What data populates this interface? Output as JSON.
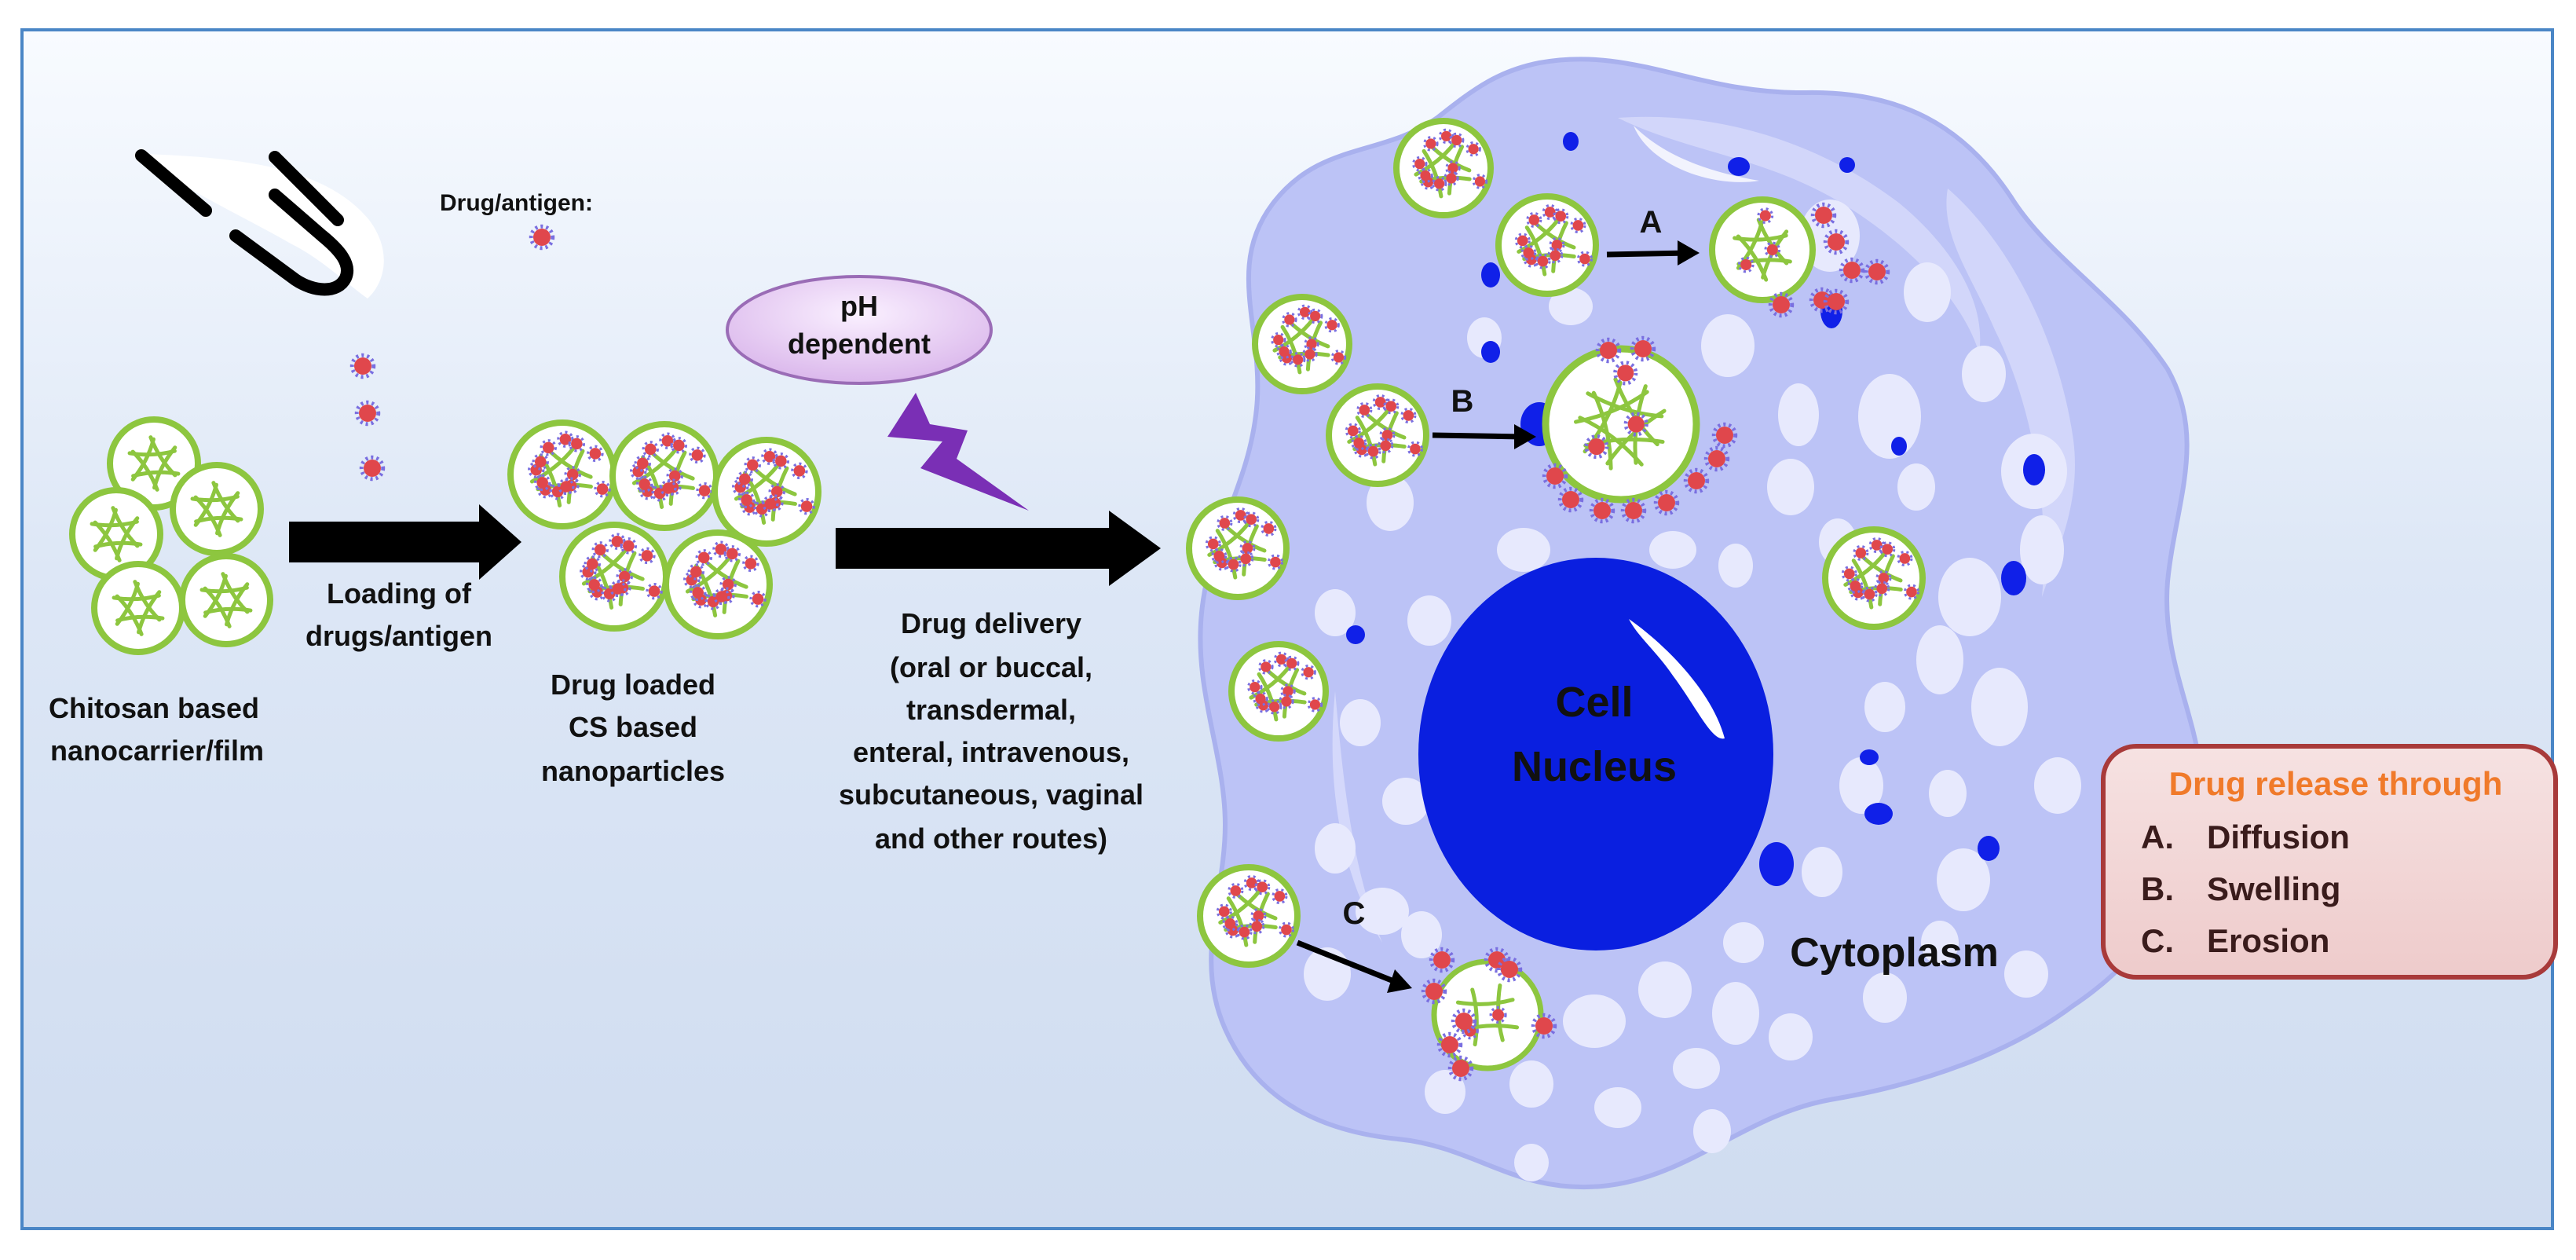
{
  "labels": {
    "drug_antigen": "Drug/antigen:",
    "ph_line1": "pH",
    "ph_line2": "dependent",
    "loading_line1": "Loading of",
    "loading_line2": "drugs/antigen",
    "chitosan_line1": "Chitosan based",
    "chitosan_line2": "nanocarrier/film",
    "loaded_line1": "Drug loaded",
    "loaded_line2": "CS based",
    "loaded_line3": "nanoparticles",
    "delivery_line1": "Drug delivery",
    "delivery_line2": "(oral or buccal,",
    "delivery_line3": "transdermal,",
    "delivery_line4": "enteral, intravenous,",
    "delivery_line5": "subcutaneous, vaginal",
    "delivery_line6": "and other routes)",
    "nucleus_line1": "Cell",
    "nucleus_line2": "Nucleus",
    "cytoplasm": "Cytoplasm",
    "marker_a": "A",
    "marker_b": "B",
    "marker_c": "C"
  },
  "release_box": {
    "title": "Drug release through",
    "items": [
      {
        "letter": "A.",
        "text": "Diffusion"
      },
      {
        "letter": "B.",
        "text": "Swelling"
      },
      {
        "letter": "C.",
        "text": "Erosion"
      }
    ]
  },
  "colors": {
    "frame": "#4a86c6",
    "cell": "#bcc3f6",
    "nucleus": "#0a1fe0",
    "particle_ring": "#8dc63f",
    "drug_dot": "#e0474c",
    "release_title": "#f07a2a",
    "release_border": "#a83a3a",
    "release_fill": "#f2d6d6",
    "ph_fill": "#e6c8f0",
    "lightning": "#7a2fb5"
  },
  "icons": [
    "dropper-icon",
    "lightning-icon",
    "arrow-icon",
    "nanoparticle-icon",
    "drug-dot-icon"
  ]
}
